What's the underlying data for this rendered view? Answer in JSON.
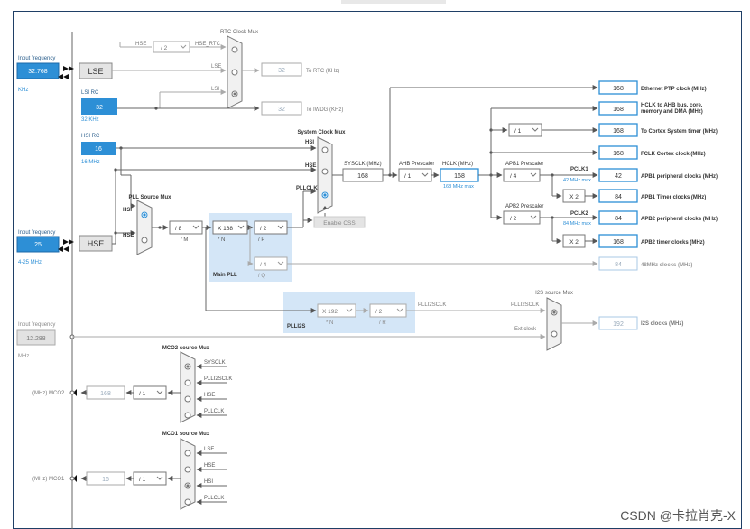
{
  "inputs": {
    "lse": {
      "label": "Input frequency",
      "value": "32.768",
      "unit": "KHz"
    },
    "hse": {
      "label": "Input frequency",
      "value": "25",
      "range": "4-25 MHz"
    },
    "i2s": {
      "label": "Input frequency",
      "value": "12.288",
      "unit": "MHz"
    }
  },
  "blocks": {
    "lse": "LSE",
    "hse": "HSE",
    "lsi_rc": {
      "title": "LSI RC",
      "value": "32",
      "unit": "32 KHz"
    },
    "hsi_rc": {
      "title": "HSI RC",
      "value": "16",
      "unit": "16 MHz"
    }
  },
  "rtc_mux": {
    "title": "RTC Clock Mux",
    "hse_label": "HSE",
    "div": "/ 2",
    "hse_rtc": "HSE_RTC",
    "lse": "LSE",
    "lsi": "LSI",
    "rtc_value": "32",
    "rtc_label": "To RTC (KHz)",
    "iwdg_value": "32",
    "iwdg_label": "To IWDG (KHz)"
  },
  "sys_mux": {
    "title": "System Clock Mux",
    "hsi": "HSI",
    "hse": "HSE",
    "pllclk": "PLLCLK",
    "css": "Enable CSS"
  },
  "sysclk": {
    "label": "SYSCLK (MHz)",
    "value": "168"
  },
  "ahb": {
    "label": "AHB Prescaler",
    "value": "/ 1"
  },
  "hclk": {
    "label": "HCLK (MHz)",
    "value": "168",
    "max": "168 MHz max"
  },
  "apb1": {
    "label": "APB1 Prescaler",
    "value": "/ 4",
    "pclk": "PCLK1",
    "max": "42 MHz max",
    "mult": "X 2"
  },
  "apb2": {
    "label": "APB2 Prescaler",
    "value": "/ 2",
    "pclk": "PCLK2",
    "max": "84 MHz max",
    "mult": "X 2"
  },
  "cortex_div": "/ 1",
  "outputs": [
    {
      "value": "168",
      "label": "Ethernet PTP clock (MHz)"
    },
    {
      "value": "168",
      "label": "HCLK to AHB bus, core, memory and DMA (MHz)"
    },
    {
      "value": "168",
      "label": "To Cortex System timer (MHz)"
    },
    {
      "value": "168",
      "label": "FCLK Cortex clock (MHz)"
    },
    {
      "value": "42",
      "label": "APB1 peripheral clocks (MHz)"
    },
    {
      "value": "84",
      "label": "APB1 Timer clocks (MHz)"
    },
    {
      "value": "84",
      "label": "APB2 peripheral clocks (MHz)"
    },
    {
      "value": "168",
      "label": "APB2 timer clocks (MHz)"
    },
    {
      "value": "84",
      "label": "48MHz clocks (MHz)"
    }
  ],
  "pll_src": {
    "title": "PLL Source Mux",
    "hsi": "HSI",
    "hse": "HSE"
  },
  "main_pll": {
    "m": "/ 8",
    "m_label": "/ M",
    "n": "X 168",
    "n_label": "* N",
    "p": "/ 2",
    "p_label": "/ P",
    "q": "/ 4",
    "q_label": "/ Q",
    "title": "Main PLL"
  },
  "plli2s": {
    "title": "PLLI2S",
    "n": "X 192",
    "n_label": "* N",
    "r": "/ 2",
    "r_label": "/ R",
    "out": "PLLI2SCLK"
  },
  "i2s_mux": {
    "title": "I2S source Mux",
    "plli2sclk": "PLLI2SCLK",
    "ext": "Ext.clock",
    "value": "192",
    "label": "I2S clocks (MHz)"
  },
  "mco2": {
    "title": "MCO2 source Mux",
    "inputs": [
      "SYSCLK",
      "PLLI2SCLK",
      "HSE",
      "PLLCLK"
    ],
    "label": "(MHz) MCO2",
    "value": "168",
    "div": "/ 1"
  },
  "mco1": {
    "title": "MCO1 source Mux",
    "inputs": [
      "LSE",
      "HSE",
      "HSI",
      "PLLCLK"
    ],
    "label": "(MHz) MCO1",
    "value": "16",
    "div": "/ 1"
  },
  "watermark": "CSDN @卡拉肖克-X"
}
